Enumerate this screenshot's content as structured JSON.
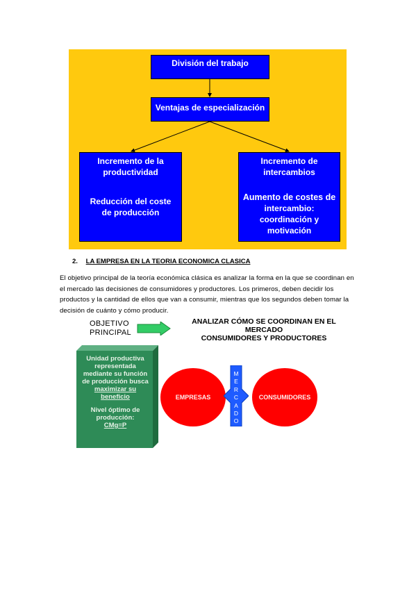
{
  "diagram1": {
    "colors": {
      "background": "#FFC90E",
      "box": "#0000FF",
      "text": "#FFFFFF"
    },
    "top_box": "División del trabajo",
    "middle_box": "Ventajas de especialización",
    "left_box": {
      "title_line1": "Incremento de la",
      "title_line2": "productividad",
      "sub_line1": "Reducción del coste",
      "sub_line2": "de producción"
    },
    "right_box": {
      "title_line1": "Incremento de",
      "title_line2": "intercambios",
      "sub_line1": "Aumento de costes de",
      "sub_line2": "intercambio:",
      "sub_line3": "coordinación y",
      "sub_line4": "motivación"
    }
  },
  "section": {
    "number": "2.",
    "title": "LA EMPRESA EN LA TEORIA ECONOMICA CLASICA"
  },
  "paragraph": "El objetivo principal de la teoría económica clásica es analizar la forma en la que se coordinan en el mercado las decisiones de consumidores y productores. Los primeros, deben decidir los productos y la cantidad de ellos que van a consumir, mientras que los segundos deben tomar la decisión de cuánto y cómo producir.",
  "diagram2": {
    "colors": {
      "arrow": "#33CC66",
      "box": "#2E8B57",
      "circle": "#FF0000",
      "mercado": "#1E5BFF"
    },
    "objetivo_line1": "OBJETIVO",
    "objetivo_line2": "PRINCIPAL",
    "analizar_line1": "ANALIZAR CÓMO SE COORDINAN EN EL",
    "analizar_line2": "MERCADO",
    "analizar_line3": "CONSUMIDORES Y PRODUCTORES",
    "unidad": {
      "line1": "Unidad productiva",
      "line2": "representada",
      "line3": "mediante su función",
      "line4": "de producción busca",
      "line5": "maximizar su",
      "line6": "beneficio",
      "line7": "Nivel óptimo de",
      "line8": "producción:",
      "line9": "CMg=P"
    },
    "empresas": "EMPRESAS",
    "consumidores": "CONSUMIDORES",
    "mercado_letters": [
      "M",
      "E",
      "R",
      "C",
      "A",
      "D",
      "O"
    ]
  }
}
